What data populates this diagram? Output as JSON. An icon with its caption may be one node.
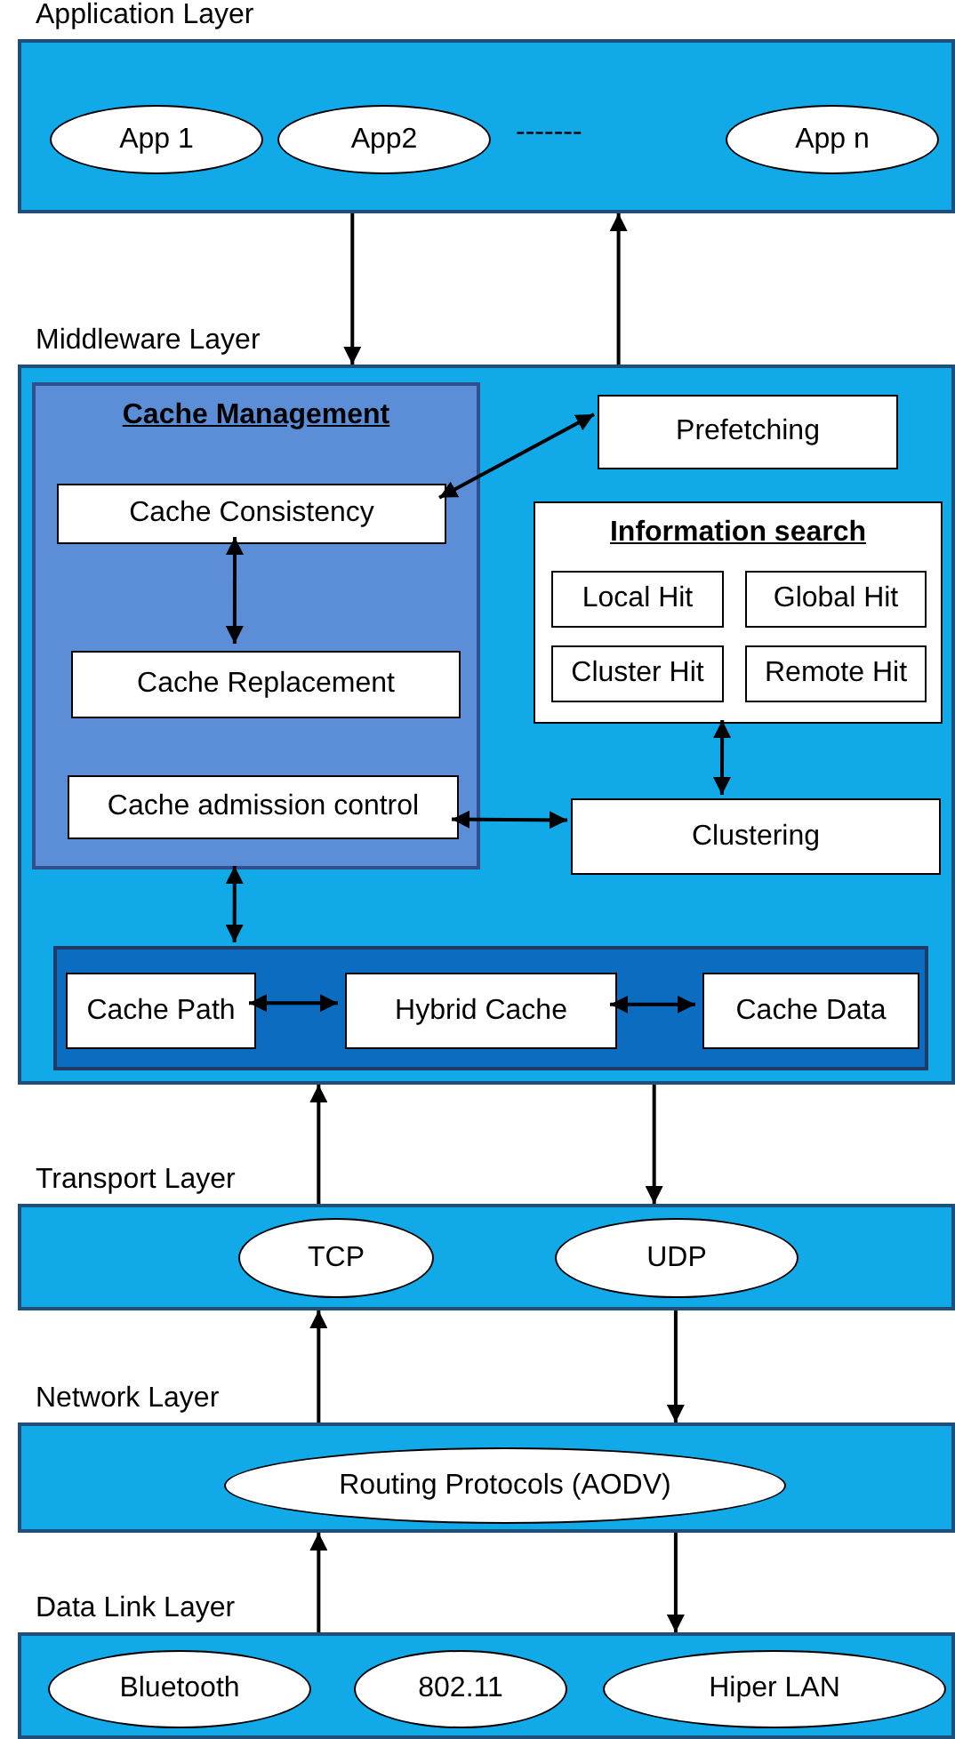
{
  "diagram": {
    "nodes": [
      {
        "text": [
          "Application Layer"
        ]
      },
      {
        "text": [
          "App 1"
        ],
        "in": 0
      },
      {
        "text": [
          "App2"
        ],
        "in": 0
      },
      {
        "text": [
          "App n"
        ],
        "in": 0
      },
      {
        "text": [
          "Middleware Layer"
        ]
      },
      {
        "text": [
          "Cache Management"
        ],
        "in": 4
      },
      {
        "text": [
          "Cache Consistency"
        ],
        "in": 5
      },
      {
        "text": [
          "Cache Replacement"
        ],
        "in": 5
      },
      {
        "text": [
          "Cache admission control"
        ],
        "in": 5
      },
      {
        "text": [
          "Prefetching"
        ],
        "in": 4
      },
      {
        "text": [
          "Information search"
        ],
        "in": 4
      },
      {
        "text": [
          "Local Hit"
        ],
        "in": 10
      },
      {
        "text": [
          "Global Hit"
        ],
        "in": 10
      },
      {
        "text": [
          "Cluster Hit"
        ],
        "in": 10
      },
      {
        "text": [
          "Remote Hit"
        ],
        "in": 10
      },
      {
        "text": [
          "Clustering"
        ],
        "in": 4
      },
      {
        "text": [],
        "shape": "box",
        "in": 4
      },
      {
        "text": [
          "Cache Path"
        ],
        "in": 16
      },
      {
        "text": [
          "Hybrid Cache"
        ],
        "in": 16
      },
      {
        "text": [
          "Cache Data"
        ],
        "in": 16
      },
      {
        "text": [
          "Transport Layer"
        ]
      },
      {
        "text": [
          "TCP"
        ],
        "in": 20
      },
      {
        "text": [
          "UDP"
        ],
        "in": 20
      },
      {
        "text": [
          "Network Layer"
        ]
      },
      {
        "text": [
          "Routing Protocols (AODV)"
        ],
        "in": 23
      },
      {
        "text": [
          "Data Link Layer"
        ]
      },
      {
        "text": [
          "Bluetooth"
        ],
        "in": 25
      },
      {
        "text": [
          "802.11"
        ],
        "in": 25
      },
      {
        "text": [
          "Hiper LAN"
        ],
        "in": 25
      }
    ],
    "edges": [
      {
        "from": 0,
        "to": 4,
        "arrow": "to"
      },
      {
        "from": 4,
        "to": 0,
        "arrow": "to"
      },
      {
        "from": 9,
        "to": 6,
        "arrow": "both"
      },
      {
        "from": 6,
        "to": 7,
        "arrow": "both"
      },
      {
        "from": 8,
        "to": 15,
        "arrow": "both"
      },
      {
        "from": 10,
        "to": 15,
        "arrow": "both"
      },
      {
        "from": 5,
        "to": 16,
        "arrow": "both"
      },
      {
        "from": 17,
        "to": 18,
        "arrow": "both"
      },
      {
        "from": 18,
        "to": 19,
        "arrow": "both"
      },
      {
        "from": 20,
        "to": 4,
        "arrow": "to"
      },
      {
        "from": 4,
        "to": 20,
        "arrow": "to"
      },
      {
        "from": 23,
        "to": 20,
        "arrow": "to"
      },
      {
        "from": 20,
        "to": 23,
        "arrow": "to"
      },
      {
        "from": 25,
        "to": 23,
        "arrow": "to"
      },
      {
        "from": 23,
        "to": 25,
        "arrow": "to"
      }
    ],
    "labels": [
      "-------"
    ]
  }
}
